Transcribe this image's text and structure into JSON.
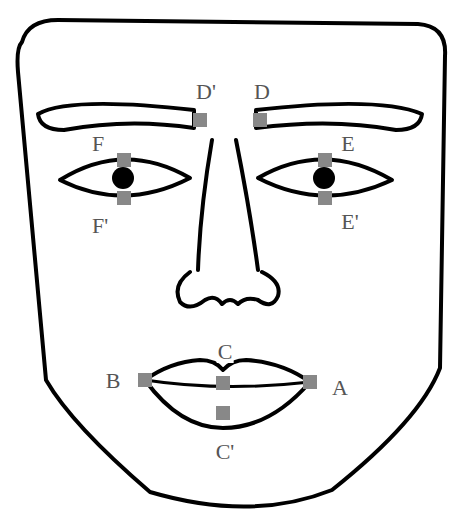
{
  "diagram": {
    "labels": [
      "D'",
      "D",
      "F",
      "E",
      "F'",
      "E'",
      "C",
      "B",
      "A",
      "C'"
    ]
  }
}
